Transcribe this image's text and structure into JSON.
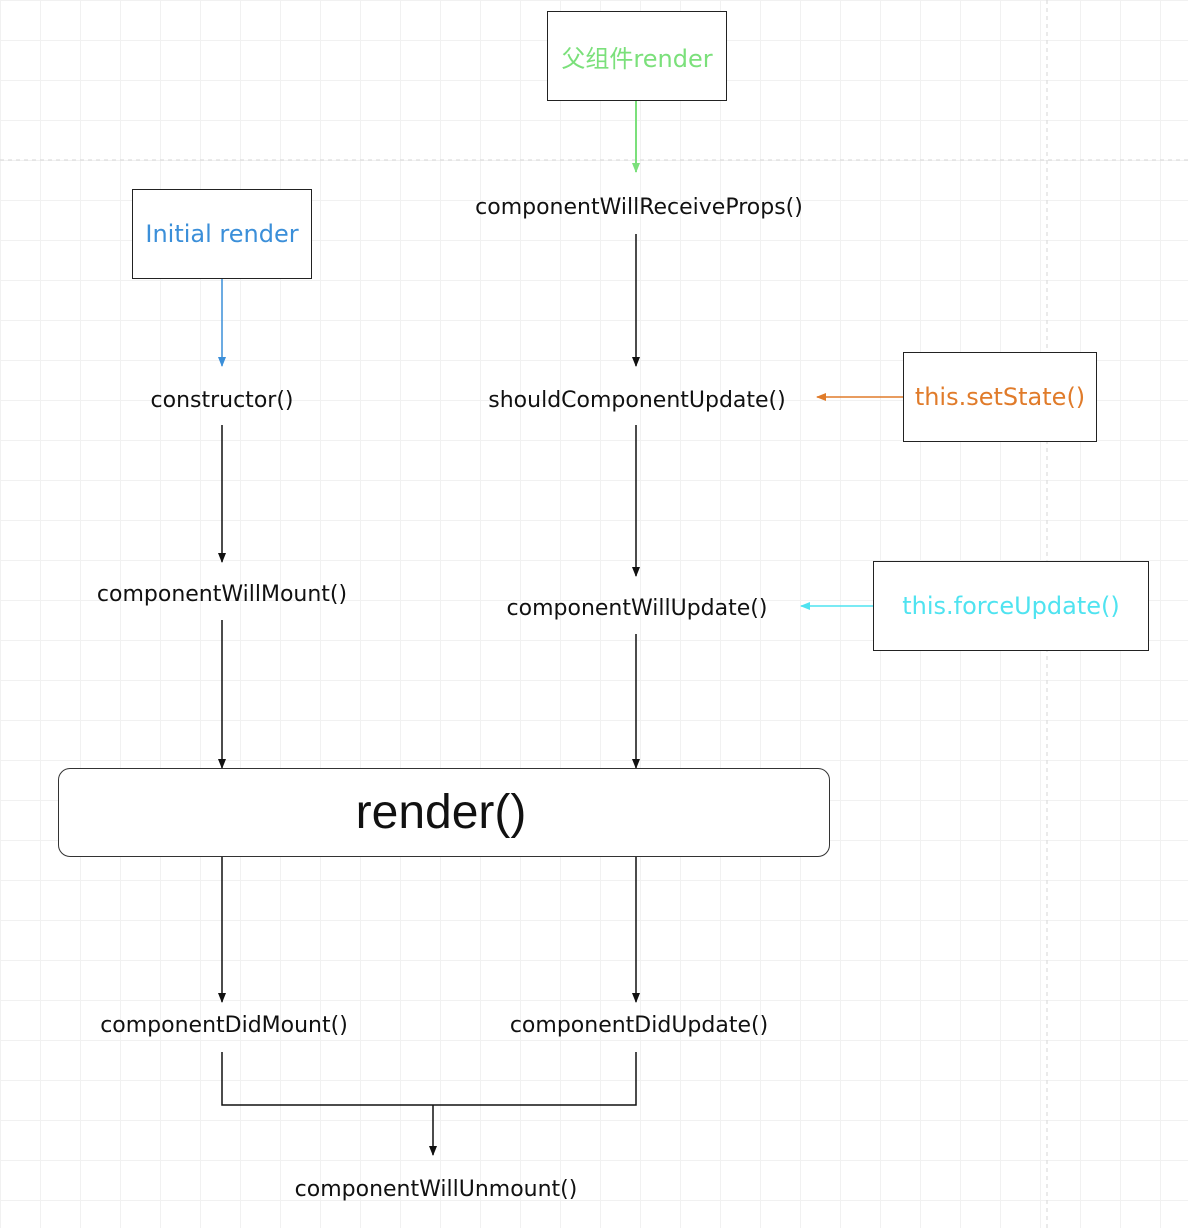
{
  "sources": {
    "parent_render": {
      "label": "父组件render",
      "color": "#7be07b"
    },
    "initial_render": {
      "label": "Initial render",
      "color": "#3b8fd9"
    },
    "set_state": {
      "label": "this.setState()",
      "color": "#e07b2a"
    },
    "force_update": {
      "label": "this.forceUpdate()",
      "color": "#4fe3f0"
    }
  },
  "lifecycle": {
    "constructor": "constructor()",
    "component_will_mount": "componentWillMount()",
    "component_will_receive_props": "componentWillReceiveProps()",
    "should_component_update": "shouldComponentUpdate()",
    "component_will_update": "componentWillUpdate()",
    "render": "render()",
    "component_did_mount": "componentDidMount()",
    "component_did_update": "componentDidUpdate()",
    "component_will_unmount": "componentWillUnmount()"
  }
}
